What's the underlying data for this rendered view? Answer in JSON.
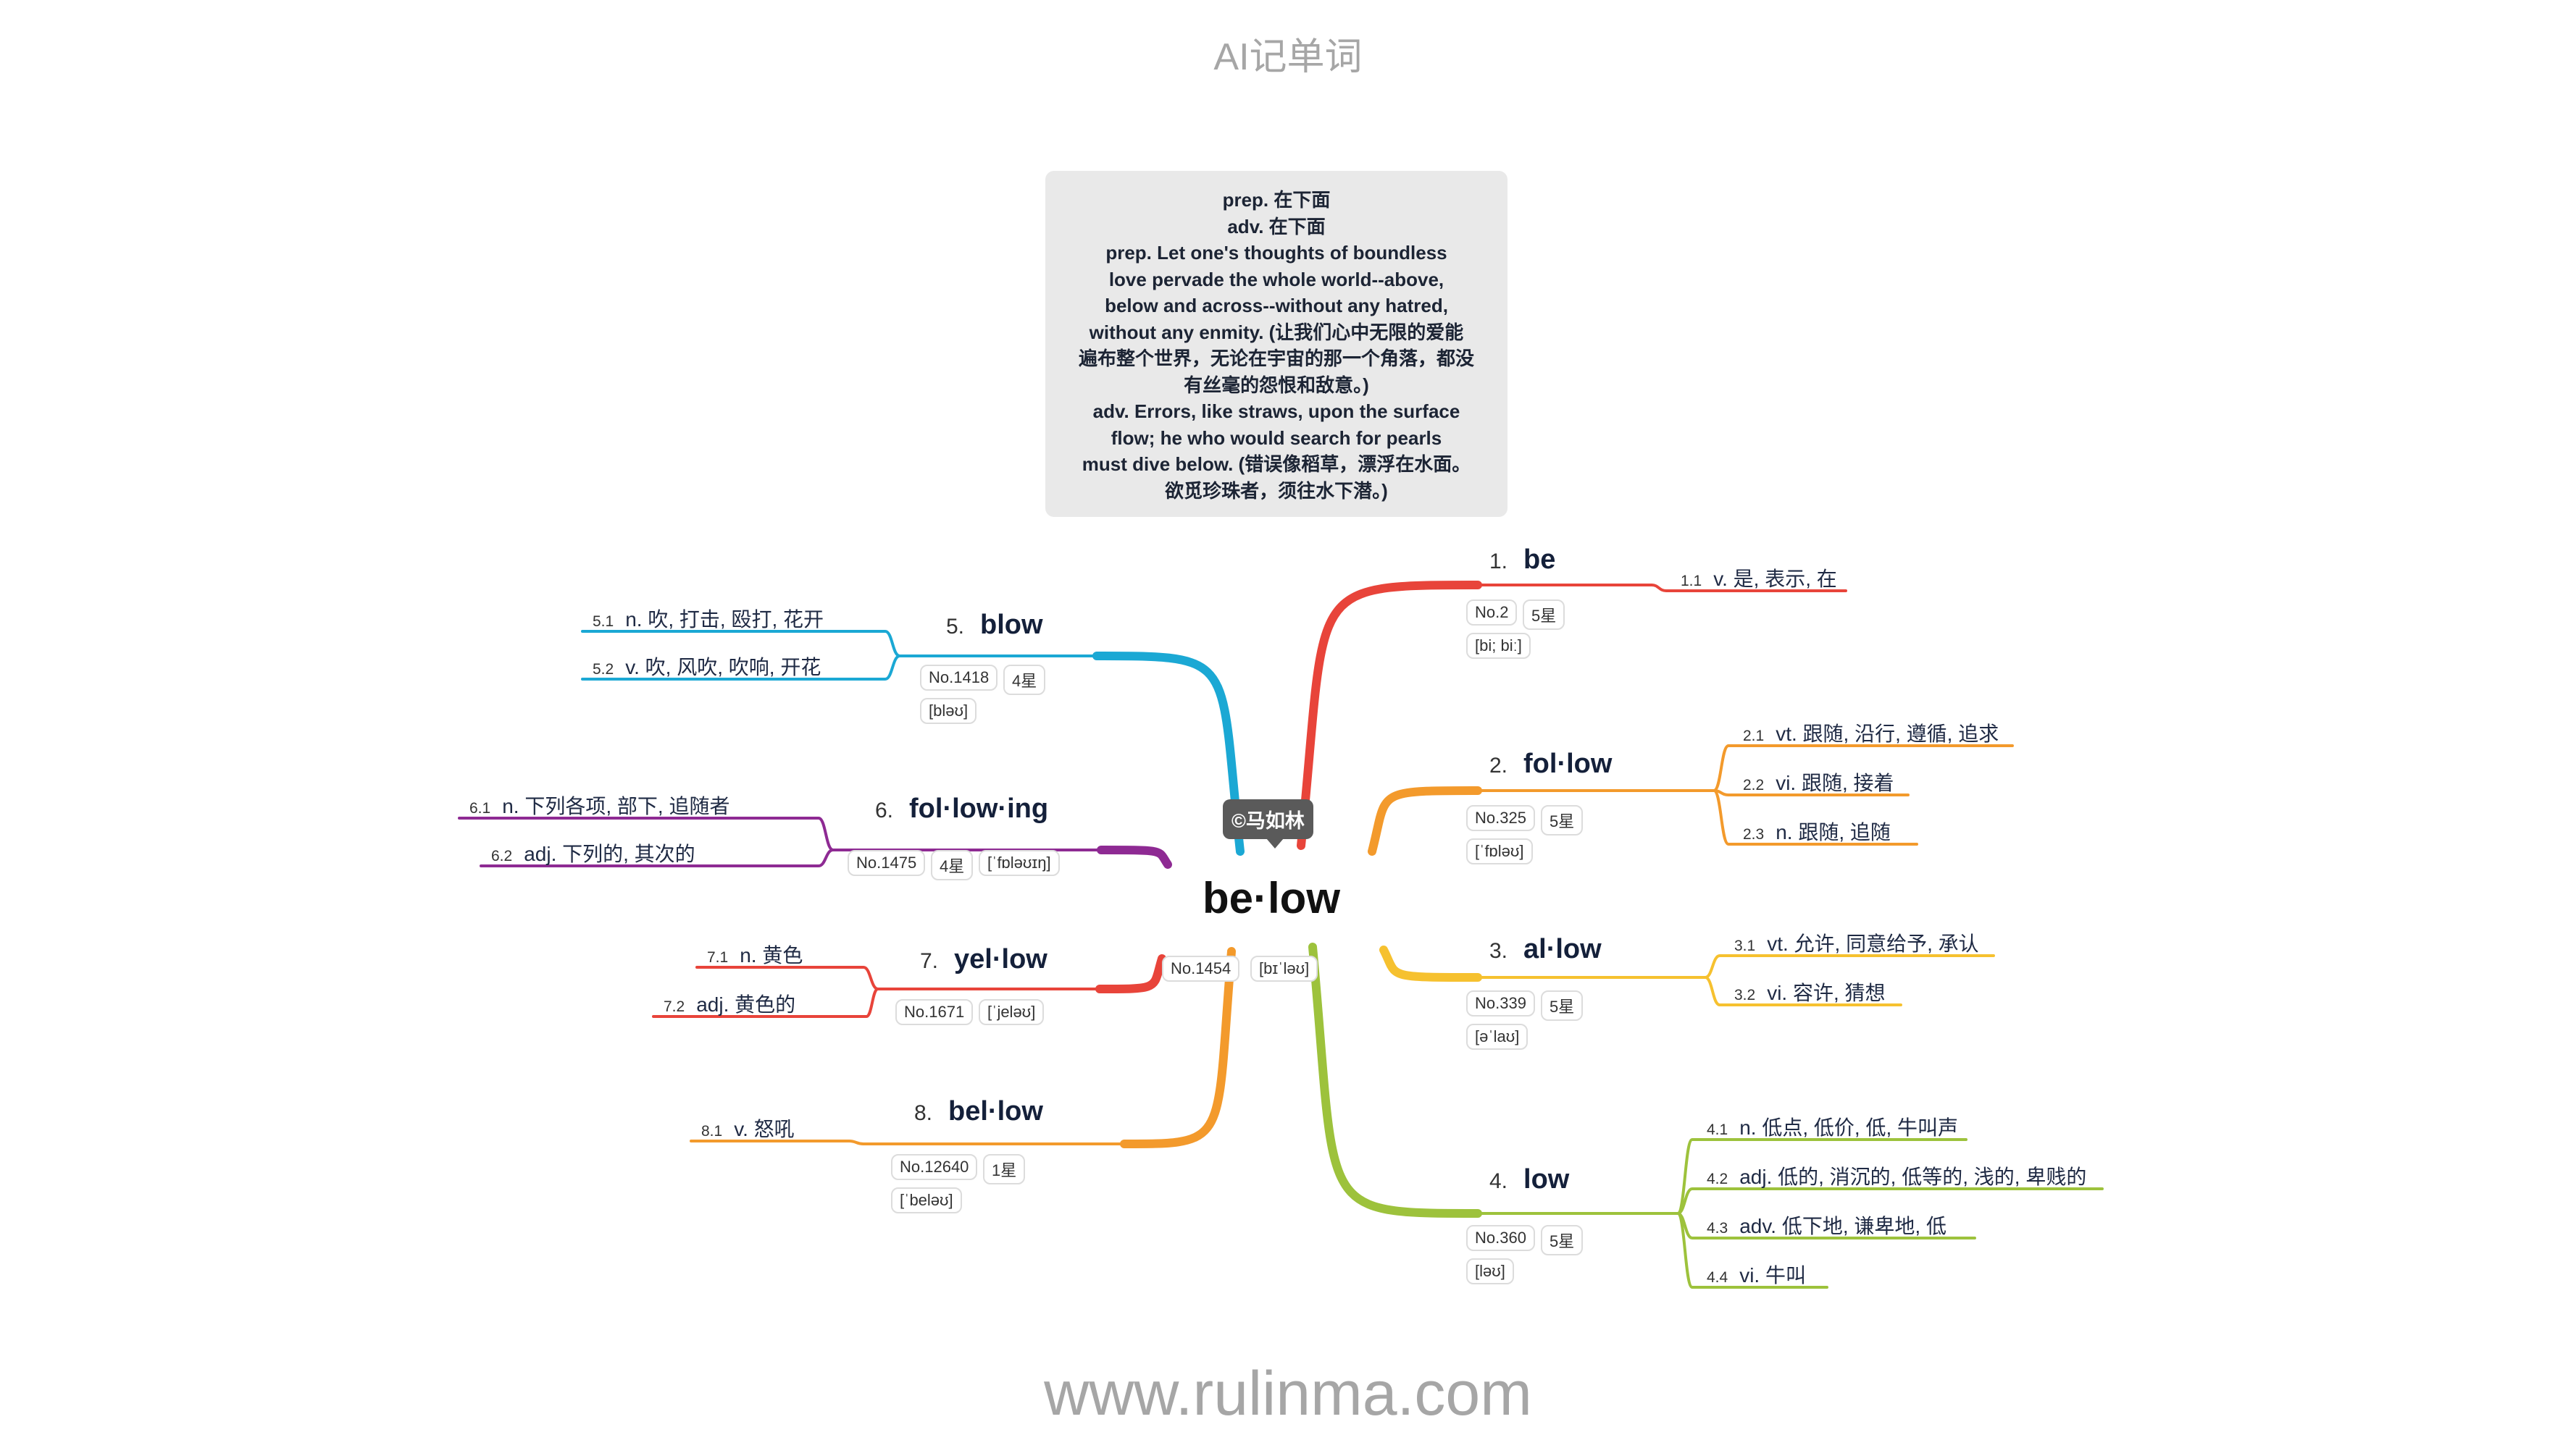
{
  "header": "AI记单词",
  "footer": "www.rulinma.com",
  "definition_lines": [
    "prep. 在下面",
    "adv. 在下面",
    "prep. Let one's thoughts of boundless",
    "love pervade the whole world--above,",
    "below and across--without any hatred,",
    "without any enmity. (让我们心中无限的爱能",
    "遍布整个世界，无论在宇宙的那一个角落，都没",
    "有丝毫的怨恨和敌意。)",
    "adv. Errors, like straws, upon the surface",
    "flow; he who would search for pearls",
    "must dive below. (错误像稻草，漂浮在水面。",
    "欲觅珍珠者，须往水下潜。)"
  ],
  "center": {
    "word": "be·low",
    "no": "No.1454",
    "phonetic": "[bɪˈləʊ]",
    "copyright": "©马如林"
  },
  "branches": [
    {
      "num": "1.",
      "word": "be",
      "color": "#e8443a",
      "no": "No.2",
      "stars": "5星",
      "phonetic": "[bi; biː]",
      "senses": [
        {
          "num": "1.1",
          "text": "v. 是, 表示, 在"
        }
      ]
    },
    {
      "num": "2.",
      "word": "fol·low",
      "color": "#f39a2c",
      "no": "No.325",
      "stars": "5星",
      "phonetic": "[ˈfɒləʊ]",
      "senses": [
        {
          "num": "2.1",
          "text": "vt. 跟随, 沿行, 遵循, 追求"
        },
        {
          "num": "2.2",
          "text": "vi. 跟随, 接着"
        },
        {
          "num": "2.3",
          "text": "n. 跟随, 追随"
        }
      ]
    },
    {
      "num": "3.",
      "word": "al·low",
      "color": "#f6c12f",
      "no": "No.339",
      "stars": "5星",
      "phonetic": "[əˈlaʊ]",
      "senses": [
        {
          "num": "3.1",
          "text": "vt. 允许, 同意给予, 承认"
        },
        {
          "num": "3.2",
          "text": "vi. 容许, 猜想"
        }
      ]
    },
    {
      "num": "4.",
      "word": "low",
      "color": "#9dc23c",
      "no": "No.360",
      "stars": "5星",
      "phonetic": "[ləʊ]",
      "senses": [
        {
          "num": "4.1",
          "text": "n. 低点, 低价, 低, 牛叫声"
        },
        {
          "num": "4.2",
          "text": "adj. 低的, 消沉的, 低等的, 浅的, 卑贱的"
        },
        {
          "num": "4.3",
          "text": "adv. 低下地, 谦卑地, 低"
        },
        {
          "num": "4.4",
          "text": "vi. 牛叫"
        }
      ]
    },
    {
      "num": "5.",
      "word": "blow",
      "color": "#1ba8d4",
      "no": "No.1418",
      "stars": "4星",
      "phonetic": "[bləʊ]",
      "senses": [
        {
          "num": "5.1",
          "text": "n. 吹, 打击, 殴打, 花开"
        },
        {
          "num": "5.2",
          "text": "v. 吹, 风吹, 吹响, 开花"
        }
      ]
    },
    {
      "num": "6.",
      "word": "fol·low·ing",
      "color": "#8e2a93",
      "no": "No.1475",
      "stars": "4星",
      "phonetic": "[ˈfɒləʊɪŋ]",
      "senses": [
        {
          "num": "6.1",
          "text": "n. 下列各项, 部下, 追随者"
        },
        {
          "num": "6.2",
          "text": "adj. 下列的, 其次的"
        }
      ]
    },
    {
      "num": "7.",
      "word": "yel·low",
      "color": "#e8443a",
      "no": "No.1671",
      "stars": "",
      "phonetic": "[ˈjeləʊ]",
      "senses": [
        {
          "num": "7.1",
          "text": "n. 黄色"
        },
        {
          "num": "7.2",
          "text": "adj. 黄色的"
        }
      ]
    },
    {
      "num": "8.",
      "word": "bel·low",
      "color": "#f39a2c",
      "no": "No.12640",
      "stars": "1星",
      "phonetic": "[ˈbeləʊ]",
      "senses": [
        {
          "num": "8.1",
          "text": "v. 怒吼"
        }
      ]
    }
  ]
}
